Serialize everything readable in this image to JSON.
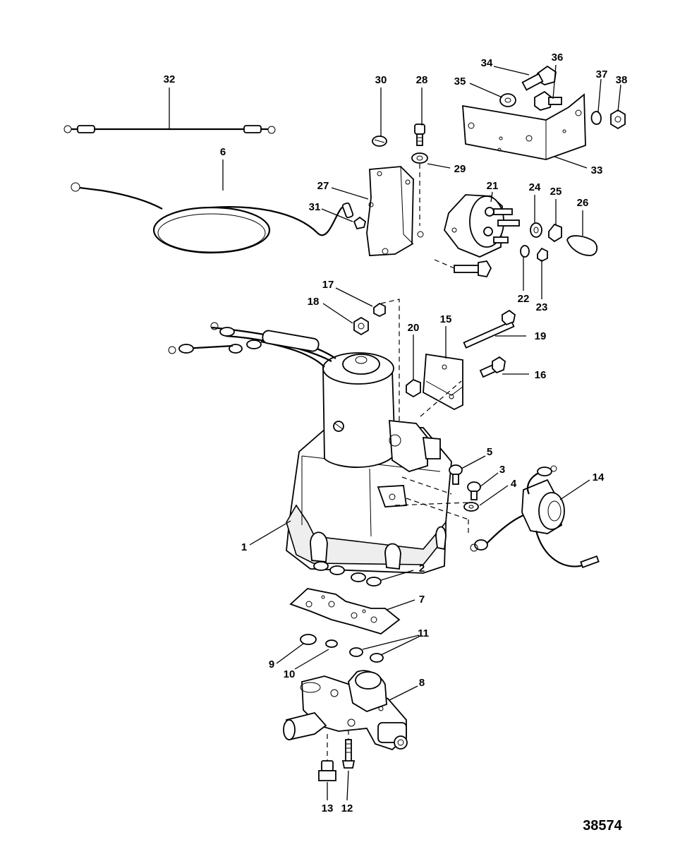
{
  "figure_number": "38574",
  "callouts": {
    "c1": "1",
    "c2": "2",
    "c3": "3",
    "c4": "4",
    "c5": "5",
    "c6": "6",
    "c7": "7",
    "c8": "8",
    "c9": "9",
    "c10": "10",
    "c11": "11",
    "c12": "12",
    "c13": "13",
    "c14": "14",
    "c15": "15",
    "c16": "16",
    "c17": "17",
    "c18": "18",
    "c19": "19",
    "c20": "20",
    "c21": "21",
    "c22": "22",
    "c23": "23",
    "c24": "24",
    "c25": "25",
    "c26": "26",
    "c27": "27",
    "c28": "28",
    "c29": "29",
    "c30": "30",
    "c31": "31",
    "c32": "32",
    "c33": "33",
    "c34": "34",
    "c35": "35",
    "c36": "36",
    "c37": "37",
    "c38": "38"
  }
}
